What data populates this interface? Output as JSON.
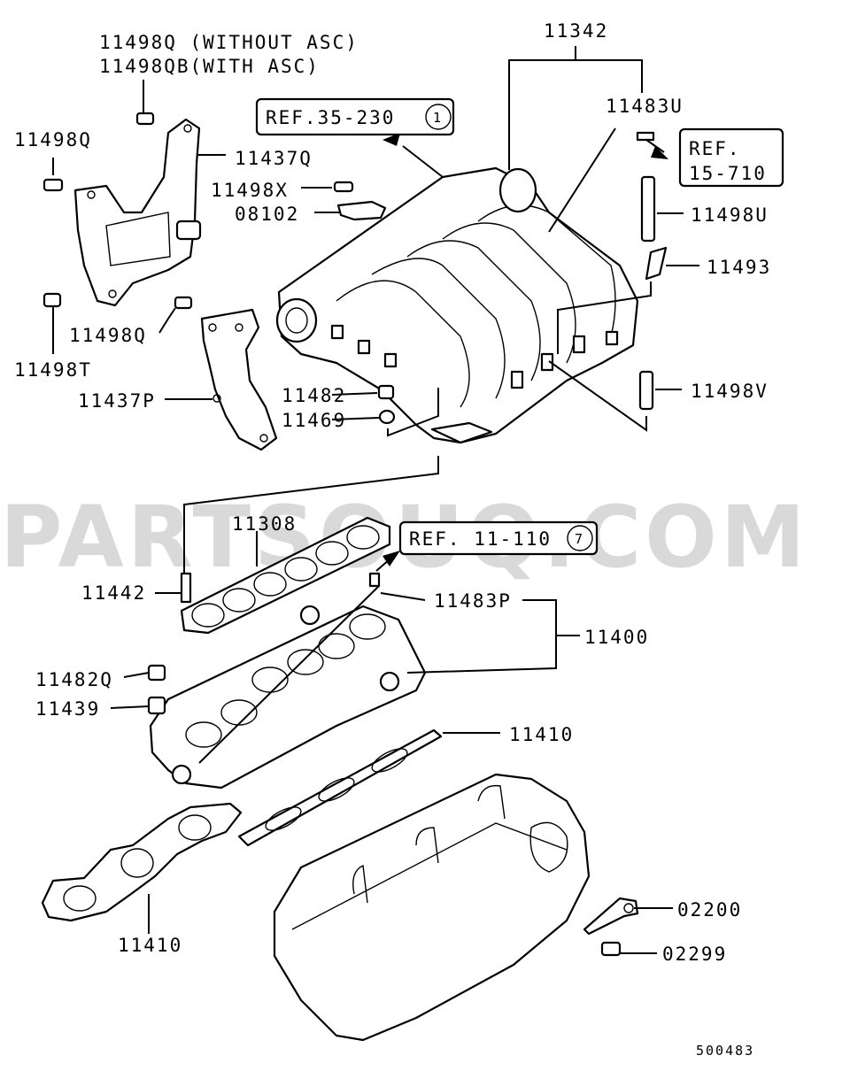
{
  "watermark": "PARTSOUQ.COM",
  "diagram_code": "500483",
  "labels": {
    "p11498q_without": "11498Q (WITHOUT ASC)",
    "p11498qb_with": "11498QB(WITH ASC)",
    "p11342": "11342",
    "p11483u": "11483U",
    "p11498q_left": "11498Q",
    "p11437q": "11437Q",
    "p11498x": "11498X",
    "p08102": "08102",
    "p11498u": "11498U",
    "p11493": "11493",
    "p11498q_mid": "11498Q",
    "p11498t": "11498T",
    "p11482": "11482",
    "p11498v": "11498V",
    "p11437p": "11437P",
    "p11469": "11469",
    "p11308": "11308",
    "p11442": "11442",
    "p11483p": "11483P",
    "p11400": "11400",
    "p11482q": "11482Q",
    "p11439": "11439",
    "p11410_right": "11410",
    "p11410_left": "11410",
    "p02200": "02200",
    "p02299": "02299"
  },
  "refs": {
    "ref1_text": "REF.35-230",
    "ref1_num": "1",
    "ref2_line1": "REF.",
    "ref2_line2": "15-710",
    "ref3_text": "REF. 11-110",
    "ref3_num": "7"
  }
}
